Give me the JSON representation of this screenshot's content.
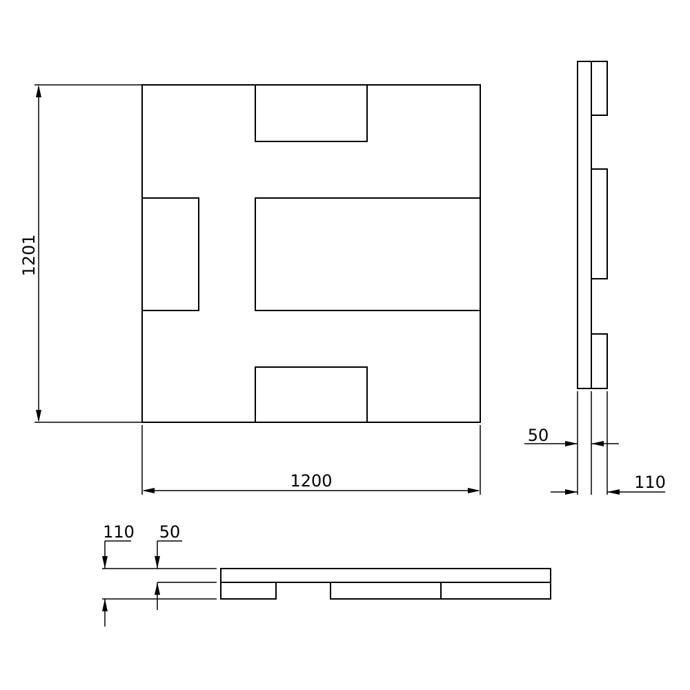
{
  "dimensions": {
    "top_view_height": "1201",
    "top_view_width": "1200",
    "side_view_deck": "50",
    "side_view_block": "110",
    "front_view_block": "110",
    "front_view_deck": "50"
  }
}
